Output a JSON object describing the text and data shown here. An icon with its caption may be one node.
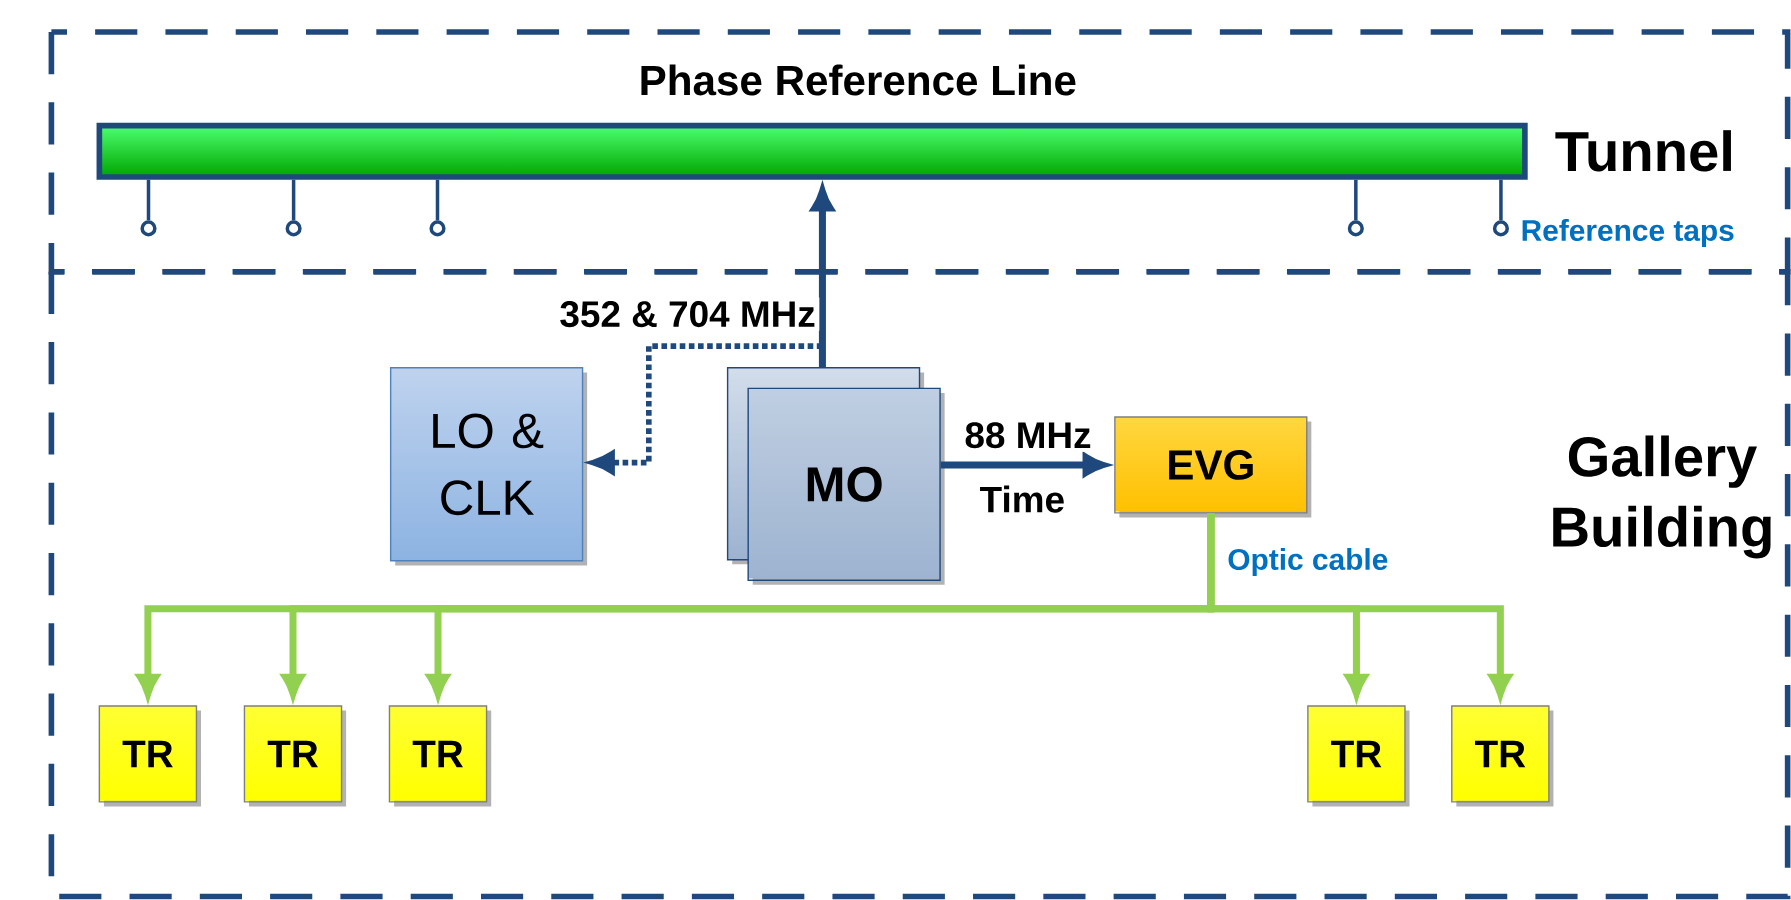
{
  "diagram": {
    "nodes": [
      {
        "text": [
          "Tunnel"
        ]
      },
      {
        "text": [
          "Phase Reference Line"
        ],
        "in": 0
      },
      {
        "text": [],
        "shape": "circle",
        "in": 0
      },
      {
        "text": [],
        "shape": "circle",
        "in": 0
      },
      {
        "text": [],
        "shape": "circle",
        "in": 0
      },
      {
        "text": [],
        "shape": "circle",
        "in": 0
      },
      {
        "text": [],
        "shape": "circle",
        "in": 0
      },
      {
        "text": [
          "Gallery Building"
        ]
      },
      {
        "text": [
          "LO & CLK"
        ],
        "in": 7
      },
      {
        "text": [
          "MO"
        ],
        "in": 7
      },
      {
        "text": [
          "EVG"
        ],
        "in": 7
      },
      {
        "text": [
          "TR"
        ],
        "in": 7
      },
      {
        "text": [
          "TR"
        ],
        "in": 7
      },
      {
        "text": [
          "TR"
        ],
        "in": 7
      },
      {
        "text": [
          "TR"
        ],
        "in": 7
      },
      {
        "text": [
          "TR"
        ],
        "in": 7
      }
    ],
    "edges": [
      {
        "from": 1,
        "to": 2,
        "arrow": "none"
      },
      {
        "from": 1,
        "to": 3,
        "arrow": "none"
      },
      {
        "from": 1,
        "to": 4,
        "arrow": "none"
      },
      {
        "from": 1,
        "to": 5,
        "arrow": "none"
      },
      {
        "from": 1,
        "to": 6,
        "arrow": "none"
      },
      {
        "from": 9,
        "to": 1,
        "arrow": "to"
      },
      {
        "from": 9,
        "to": 8,
        "arrow": "to",
        "style": "dashed",
        "label": "352 & 704 MHz"
      },
      {
        "from": 9,
        "to": 10,
        "arrow": "to",
        "label": "88 MHz"
      },
      {
        "from": 10,
        "to": 11,
        "arrow": "to",
        "color": "#92d050"
      },
      {
        "from": 10,
        "to": 12,
        "arrow": "to",
        "color": "#92d050"
      },
      {
        "from": 10,
        "to": 13,
        "arrow": "to",
        "color": "#92d050"
      },
      {
        "from": 10,
        "to": 14,
        "arrow": "to",
        "color": "#92d050"
      },
      {
        "from": 10,
        "to": 15,
        "arrow": "to",
        "color": "#92d050"
      }
    ],
    "labels": [
      "Reference taps",
      "Time",
      "Optic cable"
    ]
  }
}
